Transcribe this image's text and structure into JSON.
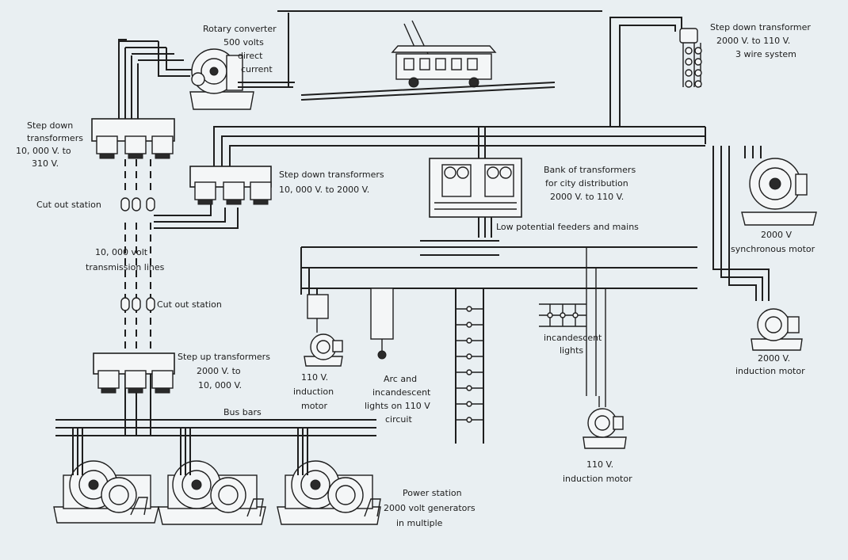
{
  "labels": {
    "rotary_converter": [
      "Rotary converter",
      "500 volts",
      "direct",
      "current"
    ],
    "step_down_tr_city_top": [
      "Step down transformer",
      "2000 V.  to 110 V.",
      "3 wire system"
    ],
    "step_down_310": [
      "Step down",
      "transformers",
      "10, 000 V.  to",
      "310 V."
    ],
    "step_down_2000": [
      "Step down transformers",
      "10, 000 V.  to 2000 V."
    ],
    "bank_city": [
      "Bank of transformers",
      "for city distribution",
      "2000 V.  to 110 V."
    ],
    "low_potential": "Low potential feeders and mains",
    "cut_out_upper": "Cut out station",
    "transmission": [
      "10, 000 volt",
      "transmission lines"
    ],
    "cut_out_lower": "Cut out station",
    "step_up": [
      "Step up transformers",
      "2000 V.  to",
      "10, 000 V."
    ],
    "bus_bars": "Bus bars",
    "induction_110_left": [
      "110 V.",
      "induction",
      "motor"
    ],
    "arc_lights": [
      "Arc and",
      "incandescent",
      "lights on 110 V",
      "circuit"
    ],
    "incandescent": [
      "incandescent",
      "lights"
    ],
    "induction_110_mid": [
      "110 V.",
      "induction motor"
    ],
    "synchronous": [
      "2000 V",
      "synchronous motor"
    ],
    "induction_2000": [
      "2000 V.",
      "induction motor"
    ],
    "power_station": [
      "Power station",
      "2000 volt generators",
      "in multiple"
    ]
  }
}
